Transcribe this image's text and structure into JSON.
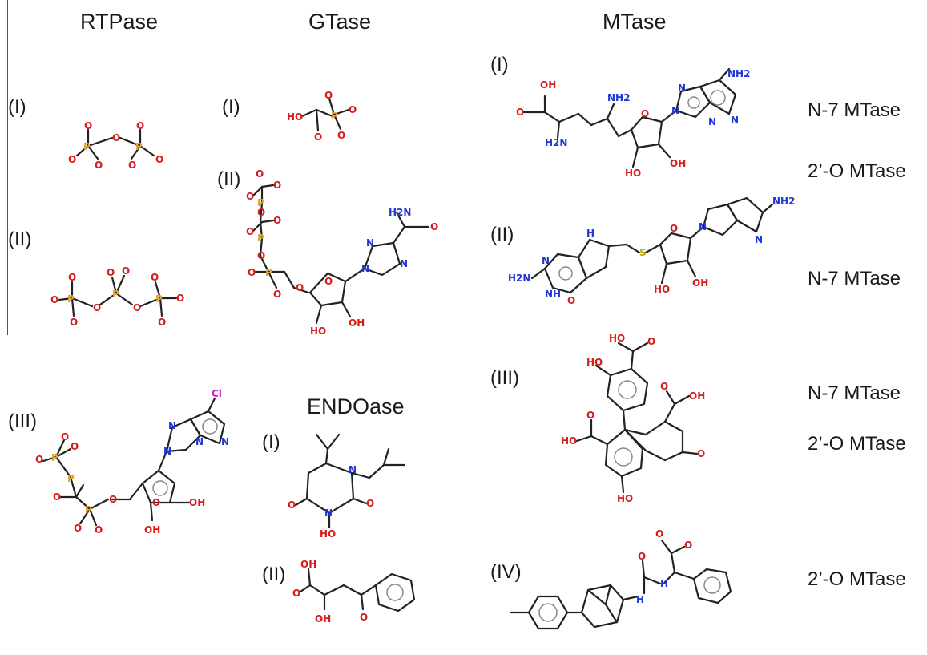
{
  "headers": {
    "rtpase": "RTPase",
    "gtase": "GTase",
    "mtase": "MTase",
    "endoase": "ENDOase"
  },
  "labels": {
    "I": "(I)",
    "II": "(II)",
    "III": "(III)",
    "IV": "(IV)"
  },
  "targets": {
    "n7": "N-7 MTase",
    "o2": "2’-O MTase"
  },
  "atoms": {
    "O": "O",
    "Om": "O",
    "P": "P",
    "OH": "OH",
    "HO": "HO",
    "HOl": "HO",
    "N": "N",
    "NH2": "NH2",
    "H2N": "H2N",
    "NH": "NH",
    "H": "H",
    "S": "S",
    "Cl": "Cl",
    "minus": "-"
  }
}
